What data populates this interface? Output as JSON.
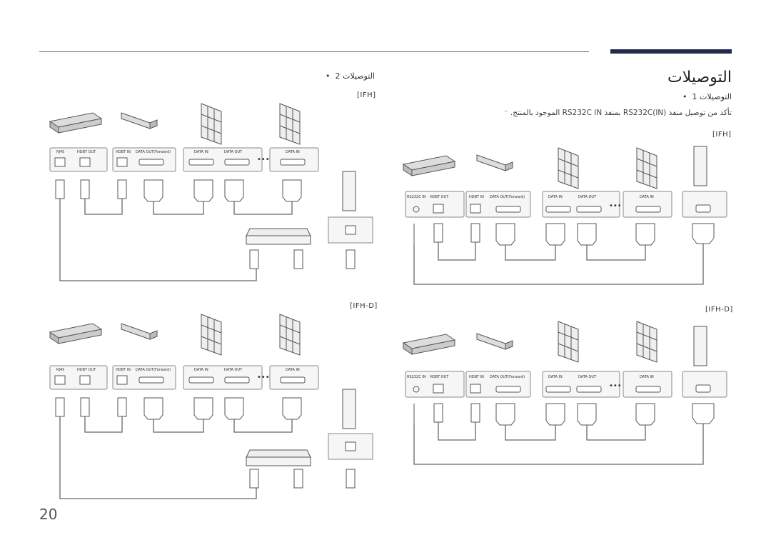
{
  "header": {
    "title": "التوصيلات"
  },
  "left": {
    "bullet": "التوصيلات 2",
    "sections": [
      {
        "tag": "[IFH]"
      },
      {
        "tag": "[IFH-D]"
      }
    ]
  },
  "right": {
    "bullet": "التوصيلات 1",
    "note": "تأكد من توصيل منفذ RS232C(IN) بمنفذ RS232C IN الموجود بالمنتج.",
    "sections": [
      {
        "tag": "[IFH]"
      },
      {
        "tag": "[IFH-D]"
      }
    ]
  },
  "port_labels": {
    "rj45": "RJ45",
    "hdbt_out": "HDBT OUT",
    "hdbt_in": "HDBT IN",
    "data_out_fwd": "DATA OUT(Forward)",
    "data_in": "DATA IN",
    "data_out": "DATA OUT",
    "rs232c_in": "RS232C IN"
  },
  "page_number": "20"
}
